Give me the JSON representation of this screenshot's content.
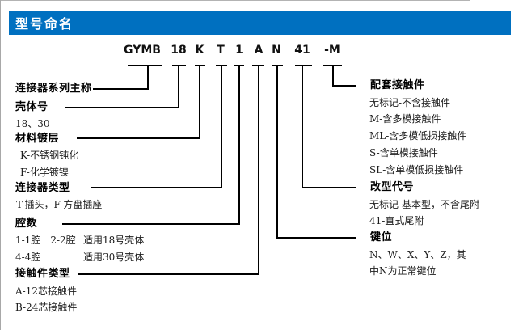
{
  "header": {
    "title": "型号命名",
    "bar_color": "#0070C0",
    "bar_style": "background:#0070C0"
  },
  "code": {
    "segments": [
      "GYMB",
      "18",
      "K",
      "T",
      "1",
      "A",
      "N",
      "41",
      "-M"
    ]
  },
  "left_rows": [
    {
      "text": "连接器系列主称",
      "bold": true
    },
    {
      "text": "壳体号",
      "bold": true
    },
    {
      "text": "18、30"
    },
    {
      "text": "材料镀层",
      "bold": true
    },
    {
      "text": "K-不锈钢钝化"
    },
    {
      "text": "F-化学镀镍"
    },
    {
      "text": "连接器类型",
      "bold": true
    },
    {
      "text": "T-插头，F-方盘插座"
    },
    {
      "text": "腔数",
      "bold": true
    },
    {
      "col1": "1-1腔　2-2腔",
      "col2": "适用18号壳体"
    },
    {
      "col1": "4-4腔",
      "col2": "适用30号壳体"
    },
    {
      "text": "接触件类型",
      "bold": true
    },
    {
      "text": "A-12芯接触件"
    },
    {
      "text": "B-24芯接触件"
    }
  ],
  "right_rows": [
    {
      "text": "配套接触件",
      "bold": true
    },
    {
      "text": "无标记-不含接触件"
    },
    {
      "text": "M-含多模接触件"
    },
    {
      "text": "ML-含多模低损接触件"
    },
    {
      "text": "S-含单模接触件"
    },
    {
      "text": "SL-含单模低损接触件"
    },
    {
      "text": "改型代号",
      "bold": true
    },
    {
      "text": "无标记-基本型，不含尾附"
    },
    {
      "text": "41-直式尾附"
    },
    {
      "text": "键位",
      "bold": true
    },
    {
      "text": "N、W、X、Y、Z，其"
    },
    {
      "text": "中N为正常键位"
    }
  ],
  "line_color": "#000000"
}
